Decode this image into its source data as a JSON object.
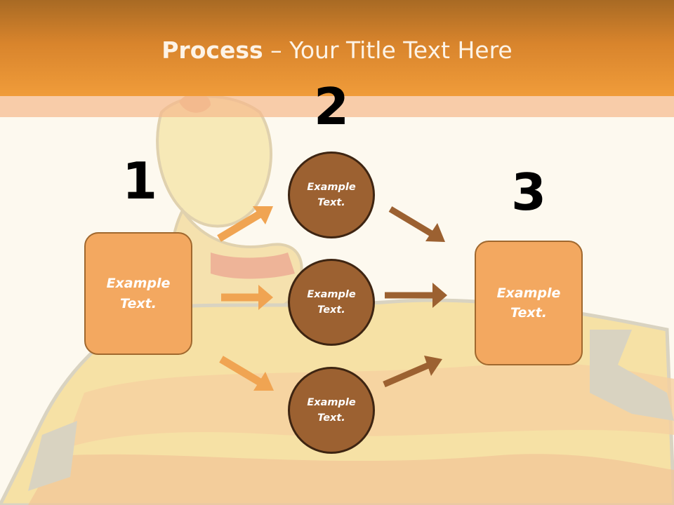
{
  "title": {
    "bold": "Process",
    "separator": " – ",
    "rest": "Your Title Text Here"
  },
  "steps": [
    {
      "number": "1",
      "label": "Example Text."
    },
    {
      "number": "2",
      "circles": [
        "Example Text.",
        "Example Text.",
        "Example Text."
      ]
    },
    {
      "number": "3",
      "label": "Example Text."
    }
  ],
  "colors": {
    "title_bar": "#f09c3a",
    "box_fill": "#f3a860",
    "circle_fill": "#9c6131",
    "arrow_light": "#f0a452",
    "arrow_dark": "#9c6131"
  }
}
